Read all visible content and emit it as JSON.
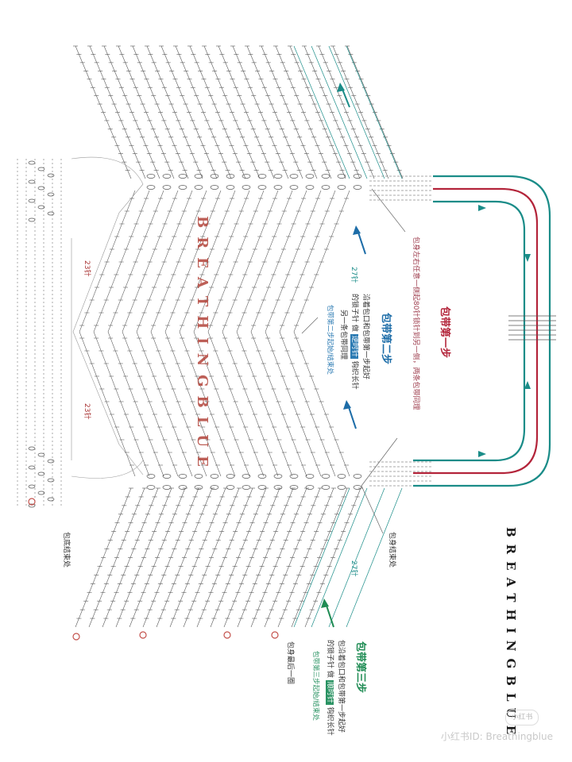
{
  "watermark": "BREATHINGBLUE",
  "brand": "BREATHINGBLUE",
  "steps": {
    "step1": {
      "title": "包带第一步",
      "note": "包身左右任意一侧起80针锁针到另一侧，两条包带同理"
    },
    "step2": {
      "title": "包带第二步",
      "line1": "沿着包口和包带第一步起好",
      "line2": "的锁子针 做",
      "highlight": "逆时针",
      "line3": "钩织长针",
      "line4": "另一条包带同理",
      "sub": "包带第二步起始/结束处"
    },
    "step3": {
      "title": "包带第三步",
      "line1": "包沿着包口和包带第一步起好",
      "line2": "的锁子针 做",
      "highlight": "顺时针",
      "line3": "钩织长针",
      "sub": "包带第三步起始/结束处"
    }
  },
  "labels": {
    "bag_end_top": "包身结束处",
    "bag_end_bottom": "包底结束处",
    "bag_last_round": "包身最后一圈"
  },
  "counts": {
    "left_upper": "23针",
    "left_lower": "23针",
    "right_upper": "27针",
    "right_lower": "27针"
  },
  "footer": "小红书ID: Breathingblue",
  "badge": "小红书",
  "colors": {
    "red": "#b3243a",
    "blue": "#1d6da8",
    "teal": "#1a8c88",
    "green": "#1f8c54",
    "stitch": "#555555"
  }
}
